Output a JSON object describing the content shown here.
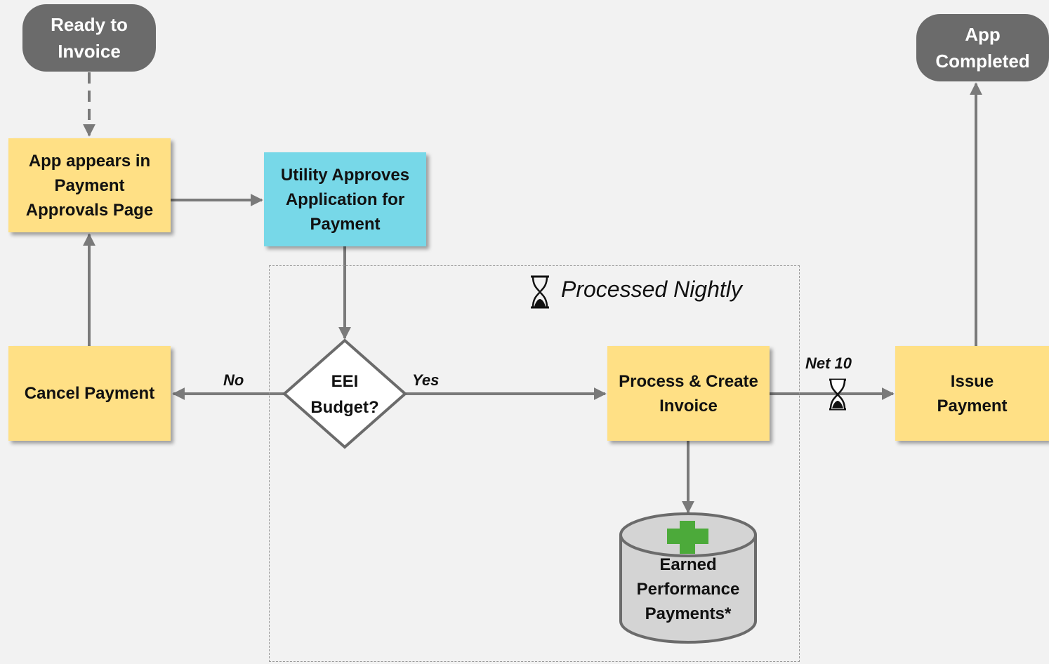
{
  "nodes": {
    "ready_to_invoice": "Ready to\nInvoice",
    "app_completed": "App\nCompleted",
    "app_appears": "App appears in\nPayment\nApprovals Page",
    "utility_approves": "Utility Approves\nApplication for\nPayment",
    "cancel_payment": "Cancel Payment",
    "eei_budget": "EEI\nBudget?",
    "process_create_invoice": "Process & Create\nInvoice",
    "issue_payment": "Issue\nPayment",
    "earned_performance": "Earned\nPerformance\nPayments*"
  },
  "labels": {
    "no": "No",
    "yes": "Yes",
    "net_10": "Net 10",
    "processed_nightly": "Processed Nightly"
  },
  "colors": {
    "process": "#ffe085",
    "approval": "#77d8e8",
    "terminal": "#6b6b6b",
    "plus": "#4caa3a",
    "connector": "#7a7a7a"
  },
  "icons": [
    "hourglass-icon",
    "plus-icon"
  ]
}
